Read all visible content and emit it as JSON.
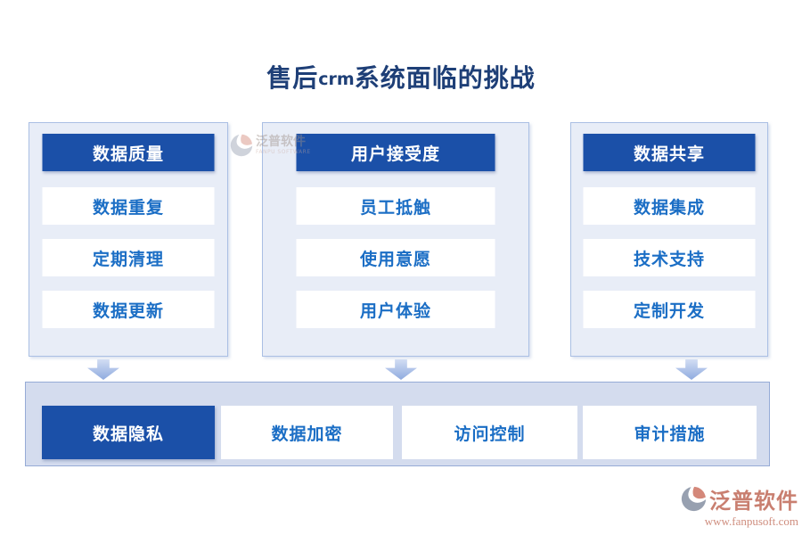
{
  "title": {
    "pre": "售后",
    "latin": "crm",
    "post": "系统面临的挑战"
  },
  "columns": [
    {
      "header": "数据质量",
      "items": [
        "数据重复",
        "定期清理",
        "数据更新"
      ]
    },
    {
      "header": "用户接受度",
      "items": [
        "员工抵触",
        "使用意愿",
        "用户体验"
      ]
    },
    {
      "header": "数据共享",
      "items": [
        "数据集成",
        "技术支持",
        "定制开发"
      ]
    }
  ],
  "bottom_bar": {
    "items": [
      {
        "label": "数据隐私",
        "highlighted": true
      },
      {
        "label": "数据加密",
        "highlighted": false
      },
      {
        "label": "访问控制",
        "highlighted": false
      },
      {
        "label": "审计措施",
        "highlighted": false
      }
    ]
  },
  "watermark": {
    "brand": "泛普软件",
    "brand_en": "FANPU SOFTWARE",
    "url": "www.fanpusoft.com"
  },
  "colors": {
    "accent_blue": "#1b50a8",
    "item_text_blue": "#1b6ec5",
    "title_navy": "#1e3f77",
    "column_bg": "#e8edf7",
    "bar_bg": "#d4dcee",
    "arrow_blue": "#8fabdf",
    "watermark_salmon": "#c97f70"
  }
}
